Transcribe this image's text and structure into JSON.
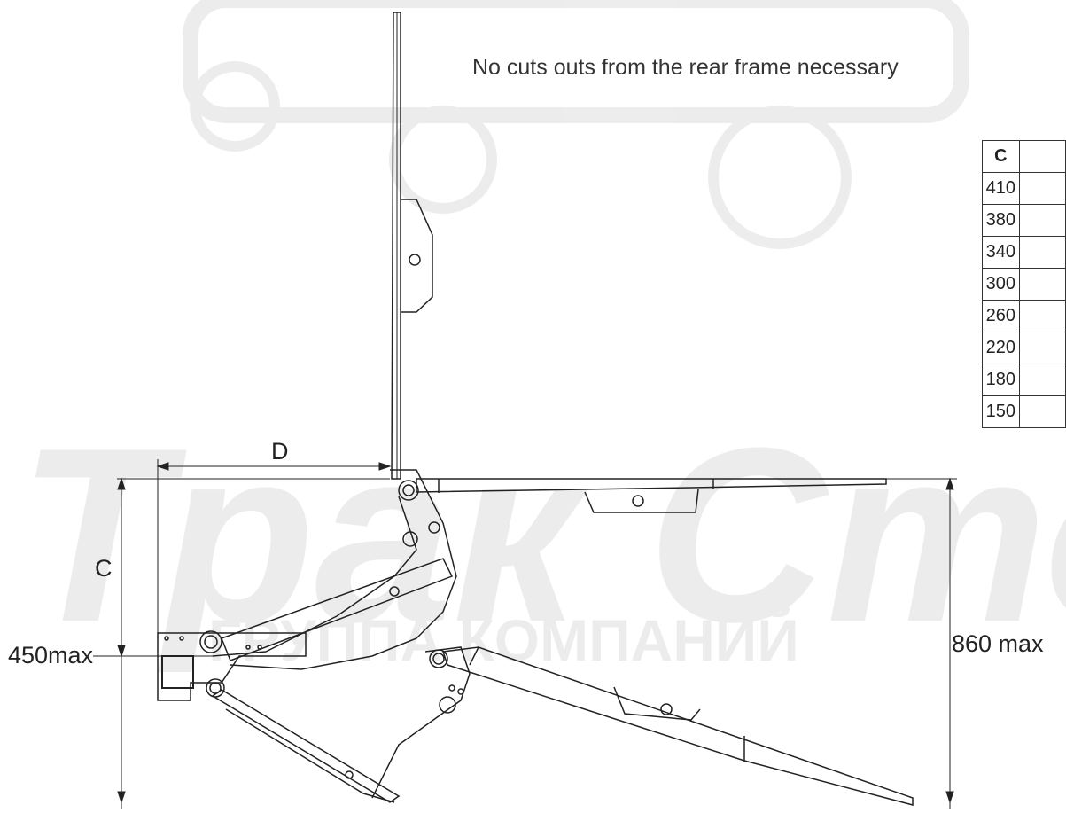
{
  "note": "No cuts outs from the rear frame necessary",
  "dimension_labels": {
    "d": "D",
    "c": "C",
    "height_max": "860 max",
    "low_max": "450max"
  },
  "watermark": {
    "line1": "Трак Стоп",
    "line2": "ГРУППА КОМПАНИЙ"
  },
  "table": {
    "header": "C",
    "header2": "",
    "rows": [
      "410",
      "380",
      "340",
      "300",
      "260",
      "220",
      "180",
      "150"
    ]
  }
}
